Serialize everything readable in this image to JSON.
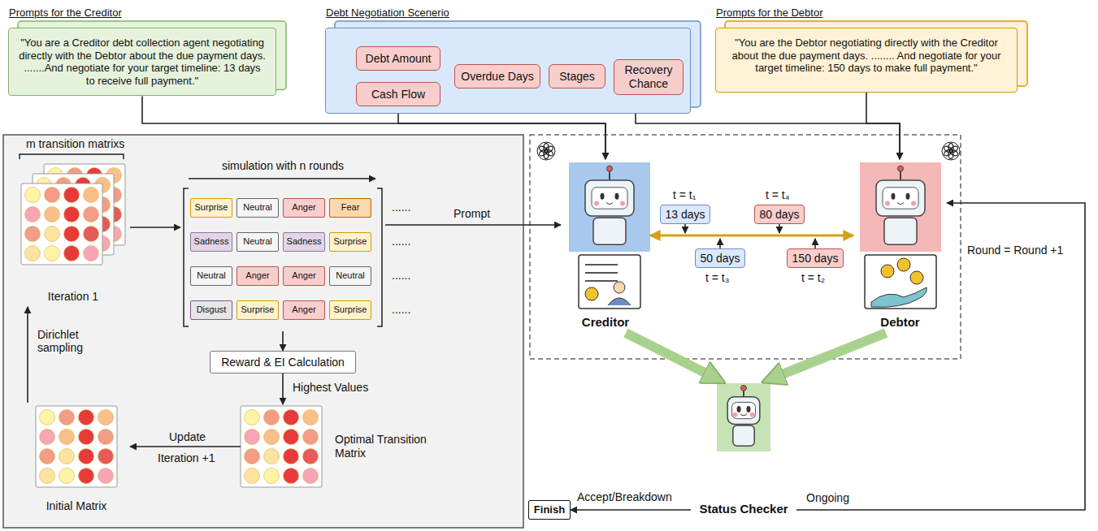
{
  "diagram": {
    "nodes": [
      {
        "text": [
          "Prompts for the Creditor",
          "\"You are a Creditor debt collection agent negotiating directly with the Debtor about the due payment days. .......And negotiate for your target timeline: 13 days to receive full payment.\""
        ]
      },
      {
        "text": [
          "Debt Negotiation Scenerio"
        ]
      },
      {
        "text": [
          "Debt Amount"
        ],
        "in": 1
      },
      {
        "text": [
          "Cash Flow"
        ],
        "in": 1
      },
      {
        "text": [
          "Overdue Days"
        ],
        "in": 1
      },
      {
        "text": [
          "Stages"
        ],
        "in": 1
      },
      {
        "text": [
          "Recovery Chance"
        ],
        "in": 1
      },
      {
        "text": [
          "Prompts for the Debtor",
          "\"You are the Debtor negotiating directly with the Creditor about the due payment days. ........ And negotiate for your target timeline: 150 days to make full payment.\""
        ]
      },
      {
        "text": [
          "Iteration 1"
        ]
      },
      {
        "text": [
          "simulation with n rounds"
        ]
      },
      {
        "text": [
          "Surprise"
        ],
        "in": 9
      },
      {
        "text": [
          "Neutral"
        ],
        "in": 9
      },
      {
        "text": [
          "Anger"
        ],
        "in": 9
      },
      {
        "text": [
          "Fear"
        ],
        "in": 9
      },
      {
        "text": [
          "Sadness"
        ],
        "in": 9
      },
      {
        "text": [
          "Neutral"
        ],
        "in": 9
      },
      {
        "text": [
          "Sadness"
        ],
        "in": 9
      },
      {
        "text": [
          "Surprise"
        ],
        "in": 9
      },
      {
        "text": [
          "Neutral"
        ],
        "in": 9
      },
      {
        "text": [
          "Anger"
        ],
        "in": 9
      },
      {
        "text": [
          "Anger"
        ],
        "in": 9
      },
      {
        "text": [
          "Neutral"
        ],
        "in": 9
      },
      {
        "text": [
          "Disgust"
        ],
        "in": 9
      },
      {
        "text": [
          "Surprise"
        ],
        "in": 9
      },
      {
        "text": [
          "Anger"
        ],
        "in": 9
      },
      {
        "text": [
          "Surprise"
        ],
        "in": 9
      },
      {
        "text": [
          "Reward & EI Calculation"
        ]
      },
      {
        "text": [
          "Optimal Transition Matrix"
        ]
      },
      {
        "text": [
          "Initial Matrix"
        ]
      },
      {
        "text": [
          "Creditor"
        ]
      },
      {
        "text": [
          "Debtor"
        ]
      },
      {
        "text": [
          "13 days"
        ]
      },
      {
        "text": [
          "50 days"
        ]
      },
      {
        "text": [
          "80 days"
        ]
      },
      {
        "text": [
          "150 days"
        ]
      },
      {
        "text": [
          "Status Checker"
        ]
      },
      {
        "text": [
          "Finish"
        ]
      }
    ],
    "edges": [
      {
        "from": 0,
        "to": 29,
        "arrow": "to"
      },
      {
        "from": 1,
        "to": 29,
        "arrow": "to"
      },
      {
        "from": 1,
        "to": 30,
        "arrow": "to"
      },
      {
        "from": 7,
        "to": 30,
        "arrow": "to"
      },
      {
        "from": 8,
        "to": 9,
        "arrow": "to"
      },
      {
        "from": 9,
        "to": 26,
        "arrow": "to"
      },
      {
        "from": 26,
        "to": 27,
        "label": "Highest Values",
        "arrow": "to"
      },
      {
        "from": 27,
        "to": 28,
        "label": "Update",
        "arrow": "to"
      },
      {
        "from": 28,
        "to": 8,
        "label": "Dirichlet sampling",
        "arrow": "to"
      },
      {
        "from": 9,
        "to": 29,
        "label": "Prompt",
        "arrow": "to"
      },
      {
        "from": 29,
        "to": 30,
        "arrow": "both"
      },
      {
        "from": 29,
        "to": 35,
        "arrow": "to"
      },
      {
        "from": 30,
        "to": 35,
        "arrow": "to"
      },
      {
        "from": 35,
        "to": 36,
        "label": "Accept/Breakdown",
        "arrow": "to"
      },
      {
        "from": 35,
        "to": 30,
        "label": "Ongoing",
        "arrow": "to"
      }
    ],
    "labels": [
      "m transition matrixs",
      "......",
      "......",
      "......",
      "......",
      "Iteration +1",
      "t = t₁",
      "t = t₄",
      "t = t₃",
      "t = t₂",
      "Round = Round +1"
    ]
  }
}
